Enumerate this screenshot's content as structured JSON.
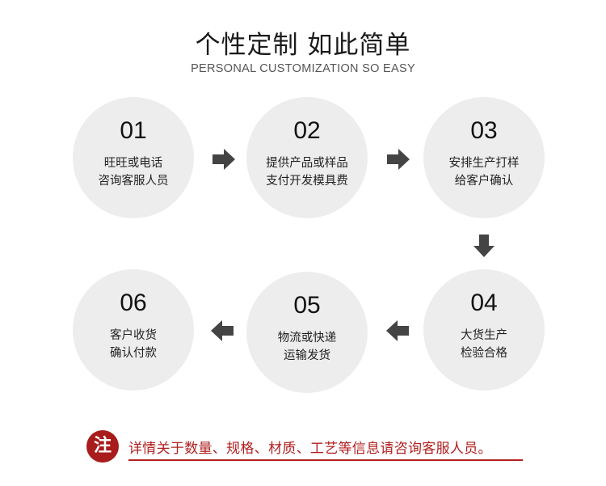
{
  "header": {
    "title": "个性定制 如此简单",
    "subtitle": "PERSONAL CUSTOMIZATION SO EASY"
  },
  "steps": [
    {
      "num": "01",
      "line1": "旺旺或电话",
      "line2": "咨询客服人员"
    },
    {
      "num": "02",
      "line1": "提供产品或样品",
      "line2": "支付开发模具费"
    },
    {
      "num": "03",
      "line1": "安排生产打样",
      "line2": "给客户确认"
    },
    {
      "num": "04",
      "line1": "大货生产",
      "line2": "检验合格"
    },
    {
      "num": "05",
      "line1": "物流或快递",
      "line2": "运输发货"
    },
    {
      "num": "06",
      "line1": "客户收货",
      "line2": "确认付款"
    }
  ],
  "arrows": {
    "icon": "arrow-icon",
    "color": "#444444"
  },
  "note": {
    "badge": "注",
    "text": "详情关于数量、规格、材质、工艺等信息请咨询客服人员。",
    "color": "#b12020"
  }
}
